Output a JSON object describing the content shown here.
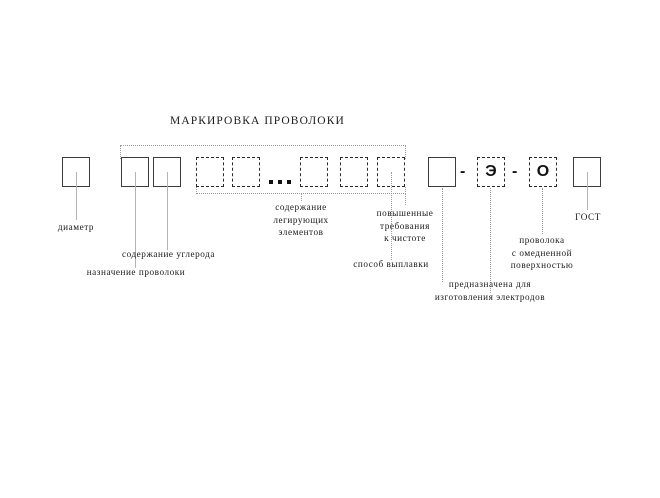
{
  "diagram": {
    "title": "МАРКИРОВКА ПРОВОЛОКИ",
    "language": "ru",
    "ellipsis": "...",
    "separator": "-",
    "boxes": [
      {
        "id": "diameter",
        "style": "solid",
        "glyph": ""
      },
      {
        "id": "purpose",
        "style": "solid",
        "glyph": ""
      },
      {
        "id": "carbon",
        "style": "solid",
        "glyph": ""
      },
      {
        "id": "alloy-1",
        "style": "dashed",
        "glyph": ""
      },
      {
        "id": "alloy-2",
        "style": "dashed",
        "glyph": ""
      },
      {
        "id": "alloy-3",
        "style": "dashed",
        "glyph": ""
      },
      {
        "id": "alloy-4",
        "style": "dashed",
        "glyph": ""
      },
      {
        "id": "purity",
        "style": "dashed",
        "glyph": ""
      },
      {
        "id": "melting-method",
        "style": "solid",
        "glyph": ""
      },
      {
        "id": "electrode-letter",
        "style": "dashed",
        "glyph": "Э"
      },
      {
        "id": "copper-coat-letter",
        "style": "dashed",
        "glyph": "О"
      },
      {
        "id": "gost",
        "style": "solid",
        "glyph": ""
      }
    ],
    "labels": [
      {
        "id": "diameter",
        "lines": [
          "диаметр"
        ]
      },
      {
        "id": "purpose",
        "lines": [
          "назначение проволоки"
        ]
      },
      {
        "id": "carbon",
        "lines": [
          "содержание  углерода"
        ]
      },
      {
        "id": "alloying",
        "lines": [
          "содержание",
          "легирующих",
          "элементов"
        ]
      },
      {
        "id": "purity",
        "lines": [
          "повышенные",
          "требования",
          "к  чистоте"
        ]
      },
      {
        "id": "melting",
        "lines": [
          "способ выплавки"
        ]
      },
      {
        "id": "electrodes",
        "lines": [
          "предназначена для",
          "изготовления электродов"
        ]
      },
      {
        "id": "copper-coated",
        "lines": [
          "проволока",
          "с  омедненной",
          "поверхностью"
        ]
      },
      {
        "id": "gost",
        "lines": [
          "ГОСТ"
        ]
      }
    ]
  }
}
